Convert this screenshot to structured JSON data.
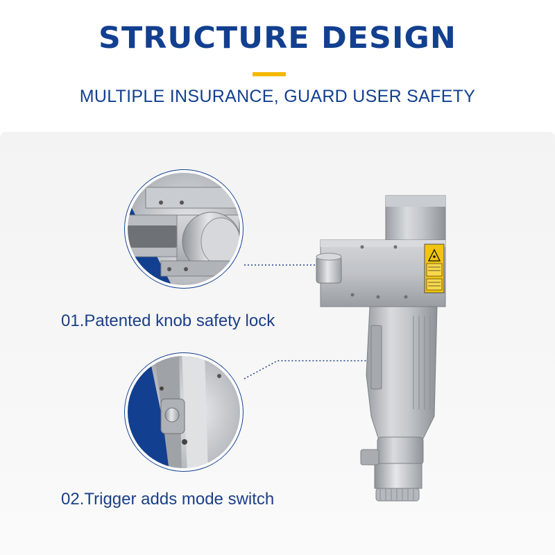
{
  "header": {
    "title": "STRUCTURE DESIGN",
    "subtitle": "MULTIPLE INSURANCE, GUARD USER SAFETY"
  },
  "features": [
    {
      "label": "01.Patented knob safety lock"
    },
    {
      "label": "02.Trigger adds mode switch"
    }
  ],
  "colors": {
    "title_blue": "#123f8f",
    "accent_yellow": "#f5b800",
    "circle_ring": "#123f8f",
    "panel_bg": "#f4f4f4"
  },
  "icons": {
    "laser_warning": "laser-warning-icon"
  }
}
